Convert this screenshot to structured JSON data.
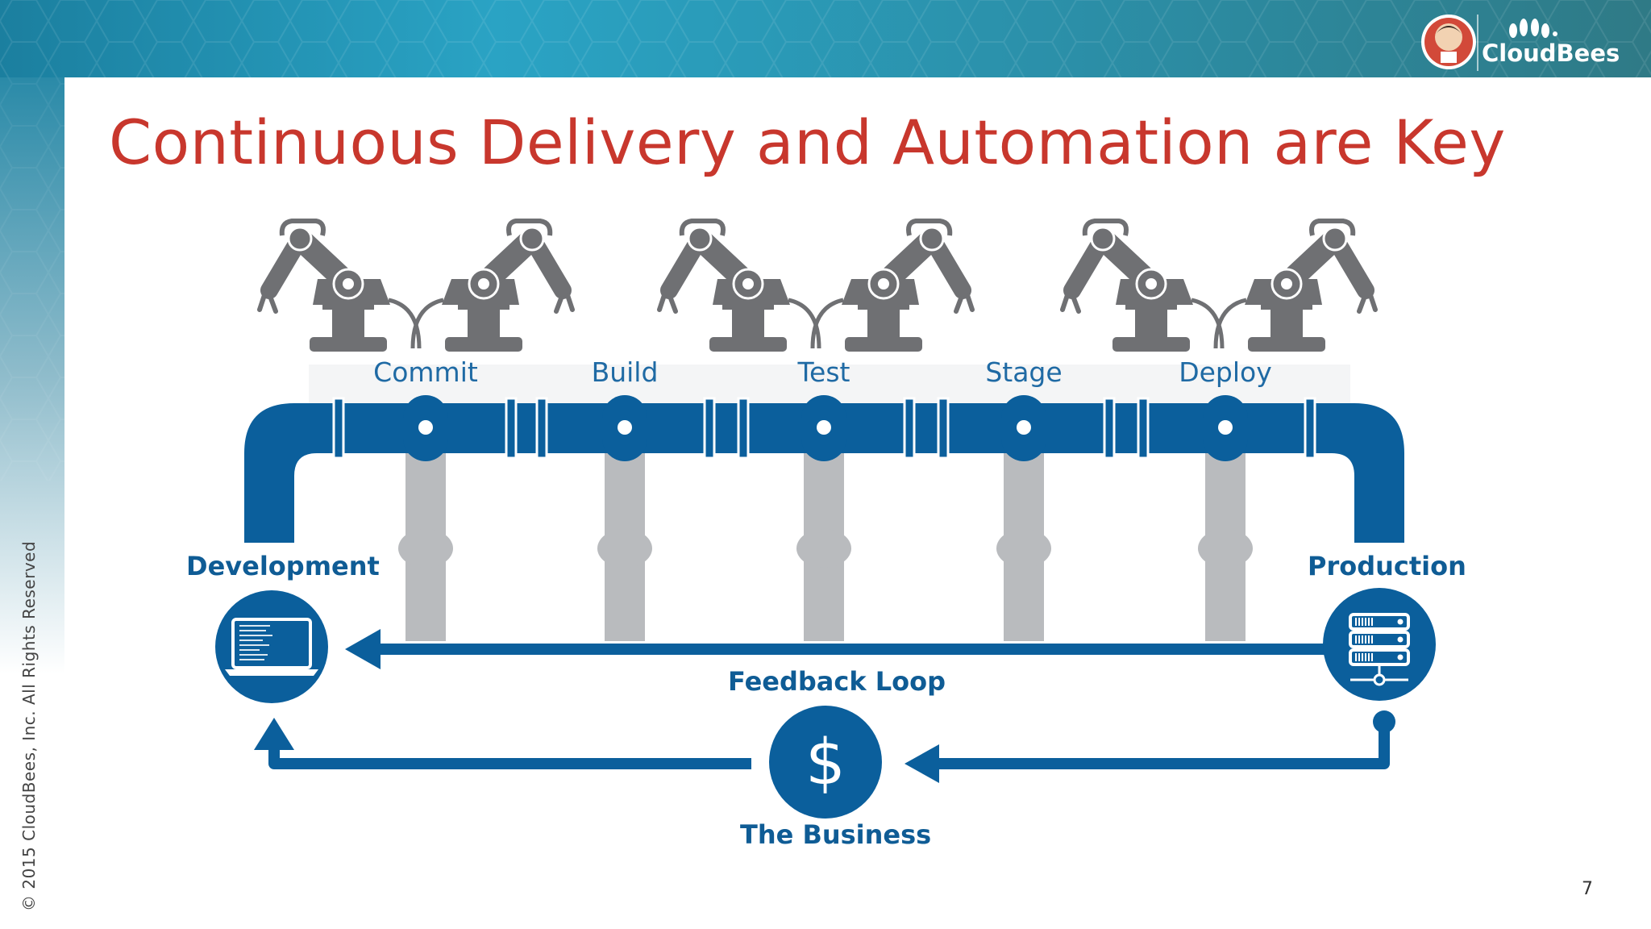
{
  "slide": {
    "title": "Continuous Delivery and Automation are Key",
    "page_number": "7",
    "copyright": "© 2015  CloudBees,  Inc.   All Rights Reserved"
  },
  "brand": {
    "name": "CloudBees",
    "logo_icon": "jenkins-butler-icon",
    "mark_icon": "bee-wings-icon"
  },
  "pipeline": {
    "stages": [
      "Commit",
      "Build",
      "Test",
      "Stage",
      "Deploy"
    ],
    "start": "Development",
    "end": "Production",
    "feedback": "Feedback Loop",
    "business": "The Business"
  },
  "icons": {
    "development": "laptop-icon",
    "production": "server-rack-icon",
    "business": "dollar-icon",
    "robots": "robot-arm-icon"
  },
  "colors": {
    "title": "#c8372d",
    "pipe": "#0b5f9c",
    "support": "#b9bbbe",
    "robot": "#6f7073",
    "header": "#2a93b5"
  }
}
